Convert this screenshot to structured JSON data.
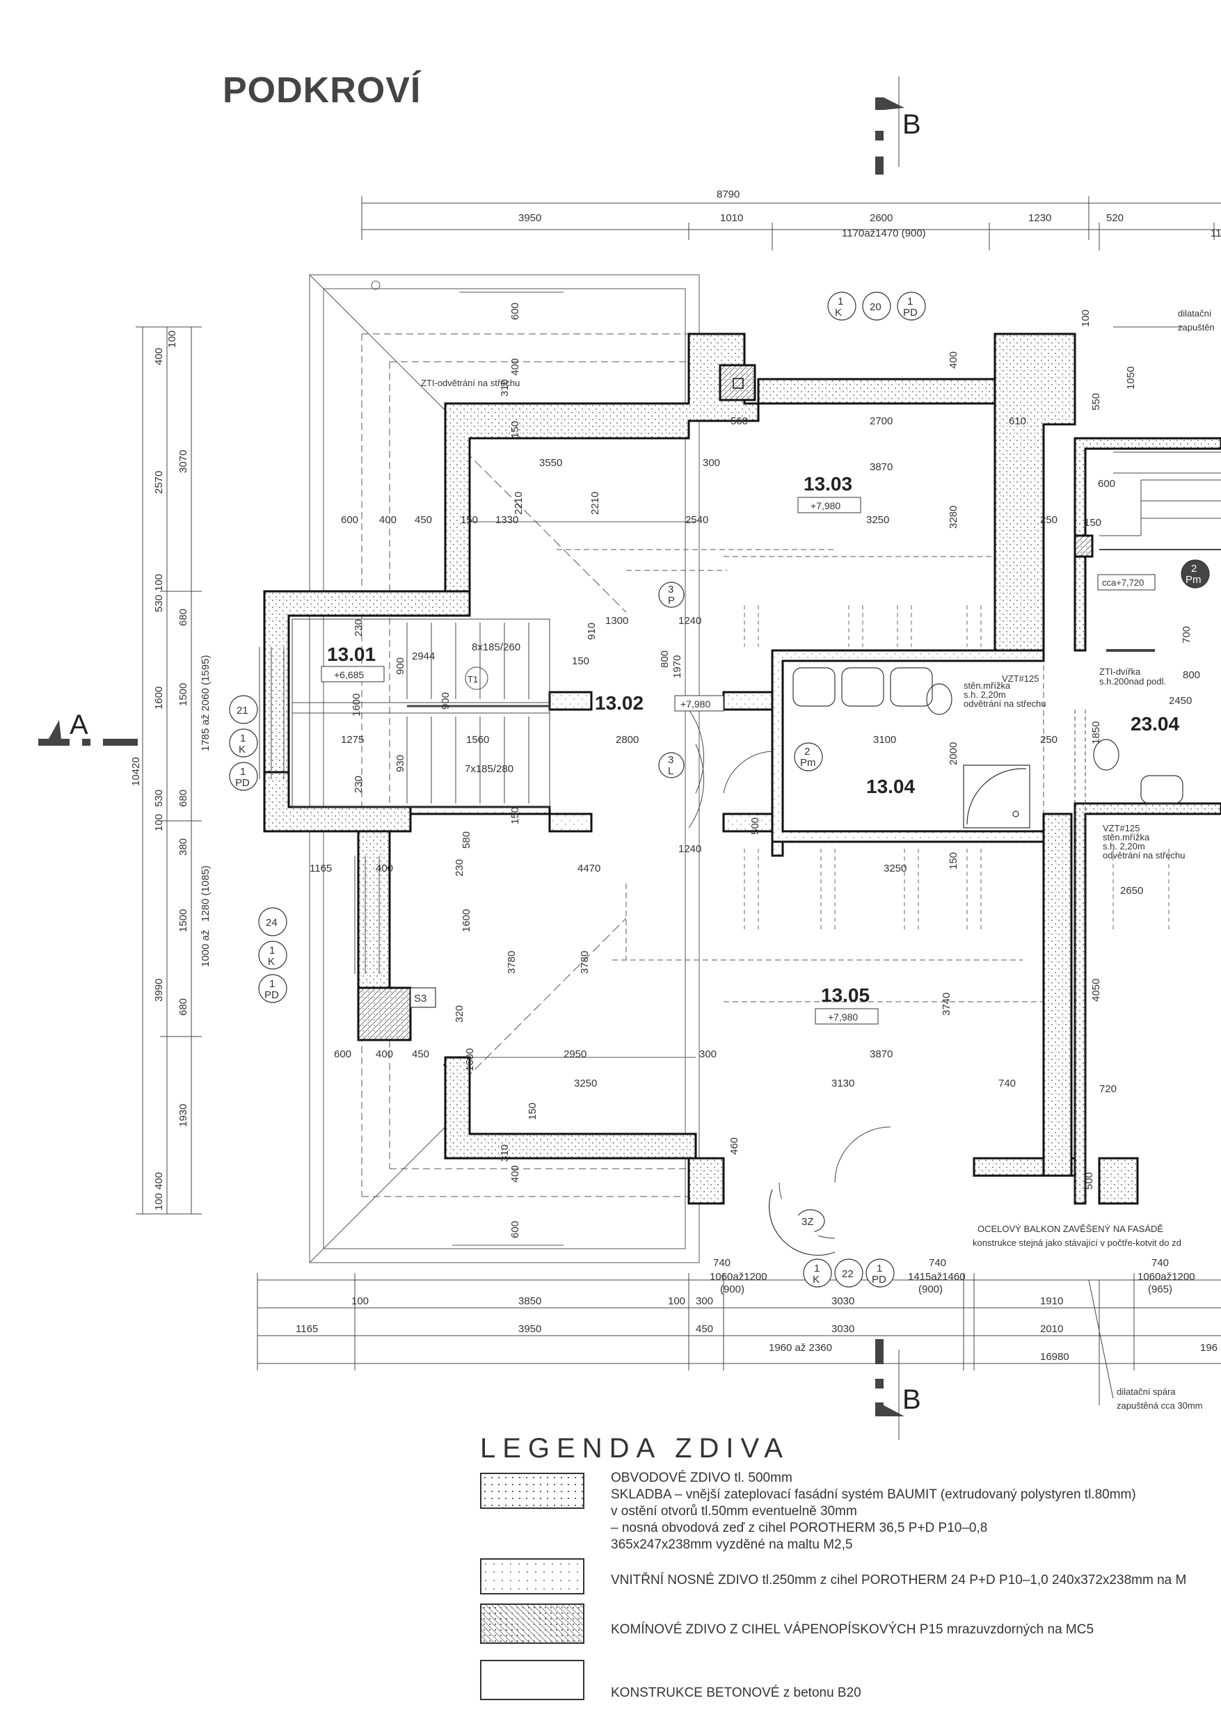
{
  "page": {
    "title": "PODKROVÍ"
  },
  "sections": {
    "a_label": "A",
    "b_label": "B"
  },
  "rooms": [
    {
      "id": "13.01",
      "elev": "+6,685"
    },
    {
      "id": "13.02",
      "elev": "+7,980"
    },
    {
      "id": "13.03",
      "elev": "+7,980"
    },
    {
      "id": "13.04",
      "elev": ""
    },
    {
      "id": "13.05",
      "elev": "+7,980"
    },
    {
      "id": "23.04",
      "elev": ""
    }
  ],
  "top_dims": {
    "overall": "8790",
    "d1": "3950",
    "d2": "1010",
    "d3": "2600",
    "d3_sub": "1170až1470 (900)",
    "d4": "1230",
    "d5": "520",
    "d6": "11"
  },
  "bottom_dims": {
    "a1": "3850",
    "a2": "3950",
    "a3": "1165",
    "a4": "100",
    "a5": "100",
    "a6": "300",
    "a7": "3030",
    "a8": "3030",
    "a9": "450",
    "a10": "1960 až 2360",
    "a11": "1910",
    "a12": "2010",
    "a13": "16980",
    "a14": "196"
  },
  "left_dims": {
    "overall": "10420",
    "v1": "400",
    "v2": "100",
    "v3": "3070",
    "v4": "2570",
    "v5": "530",
    "v6": "100",
    "v7": "680",
    "v8": "1600",
    "v9": "1500",
    "v10": "1785 až 2060 (1595)",
    "v11": "530",
    "v12": "100",
    "v13": "680",
    "v14": "380",
    "v15": "1500",
    "v16": "1280 (1085)",
    "v17": "1000 až",
    "v18": "3990",
    "v19": "680",
    "v20": "1930",
    "v21": "400",
    "v22": "100"
  },
  "inner_dims": {
    "i1": "600",
    "i2": "400",
    "i3": "310",
    "i4": "150",
    "i5": "3550",
    "i6": "300",
    "i7": "560",
    "i8": "2700",
    "i9": "610",
    "i10": "3870",
    "i11": "2540",
    "i12": "3250",
    "i13": "3280",
    "i14": "600",
    "i15": "400",
    "i16": "450",
    "i17": "150",
    "i18": "1330",
    "i19": "2210",
    "i20": "2210",
    "i21": "1300",
    "i22": "1240",
    "i23": "910",
    "i24": "150",
    "i25": "800",
    "i26": "1970",
    "i27": "2800",
    "i28": "1275",
    "i29": "1560",
    "i30": "3100",
    "i31": "2000",
    "i32": "1240",
    "i33": "4470",
    "i34": "3250",
    "i35": "1165",
    "i36": "400",
    "i37": "580",
    "i38": "1600",
    "i39": "3780",
    "i40": "3780",
    "i41": "3740",
    "i42": "2950",
    "i43": "300",
    "i44": "3870",
    "i45": "3250",
    "i46": "3130",
    "i47": "740",
    "i48": "600",
    "i49": "400",
    "i50": "450",
    "i51": "1600",
    "i52": "150",
    "i53": "320",
    "i54": "460",
    "i55": "740",
    "i56": "740",
    "i57": "740",
    "i58": "2450",
    "i59": "2650",
    "i60": "4050",
    "i61": "720",
    "i62": "800",
    "i63": "700",
    "i64": "1850",
    "i65": "250",
    "i66": "150",
    "i67": "500",
    "i68": "1050",
    "i69": "550",
    "i70": "600",
    "i71": "250",
    "i72": "100",
    "i73": "1560",
    "i74": "230",
    "i75": "230",
    "i76": "1600",
    "i77": "900",
    "i78": "930",
    "i79": "900",
    "i80": "150",
    "i81": "500",
    "i82": "400",
    "i83": "400",
    "i84": "150"
  },
  "stair": {
    "top": "8x185/260",
    "bottom": "7x185/280",
    "mark": "T1",
    "left_num": "2944"
  },
  "windows": {
    "w1": "1060až1200",
    "w1_sub": "(900)",
    "w2": "1415až1460",
    "w2_sub": "(900)",
    "w3": "1060až1200",
    "w3_sub": "(965)"
  },
  "markers": {
    "m20": "20",
    "m21": "21",
    "m22": "22",
    "m24": "24",
    "k": "K",
    "pd": "PD",
    "one": "1",
    "p3": "3",
    "p3_sub": "P",
    "l3": "3",
    "l3_sub": "L",
    "pm2": "2",
    "pm2_sub": "Pm",
    "pm2b": "2",
    "pm2b_sub": "Pm",
    "s3": "S3",
    "z3": "3Z"
  },
  "notes": {
    "n1": "ZTI-odvětrání na střechu",
    "n2": "stěn.mřížka",
    "n3": "s.h. 2,20m",
    "n4": "odvětrání na střechu",
    "n5": "VZT#125",
    "n6": "ZTI-dvířka",
    "n7": "s.h.200nad podl.",
    "n8": "cca+7,720",
    "n9": "VZT#125",
    "n10": "stěn.mřížka",
    "n11": "s.h. 2,20m",
    "n12": "odvětrání na střechu",
    "n13": "dilatační",
    "n14": "zapuštěn",
    "n15": "OCELOVÝ BALKON ZAVĚŠENÝ NA FASÁDĚ",
    "n16": "konstrukce stejná jako stávající v počtře-kotvit do zd",
    "n17": "dilatační spára",
    "n18": "zapuštěná cca 30mm"
  },
  "legend": {
    "title": "LEGENDA ZDIVA",
    "items": [
      {
        "text": "OBVODOVÉ ZDIVO tl. 500mm\nSKLADBA – vnější zateplovací fasádní systém BAUMIT (extrudovaný polystyren tl.80mm)\n              v ostění otvorů tl.50mm eventuelně 30mm\n            – nosná obvodová zeď z cihel  POROTHERM  36,5 P+D P10–0,8\n              365x247x238mm vyzděné na maltu M2,5"
      },
      {
        "text": "VNITŘNÍ NOSNÉ ZDIVO tl.250mm z cihel  POROTHERM 24 P+D P10–1,0 240x372x238mm na M"
      },
      {
        "text": "KOMÍNOVÉ ZDIVO Z CIHEL VÁPENOPÍSKOVÝCH P15 mrazuvzdorných na MC5"
      },
      {
        "text": "KONSTRUKCE BETONOVÉ z betonu B20"
      }
    ]
  }
}
